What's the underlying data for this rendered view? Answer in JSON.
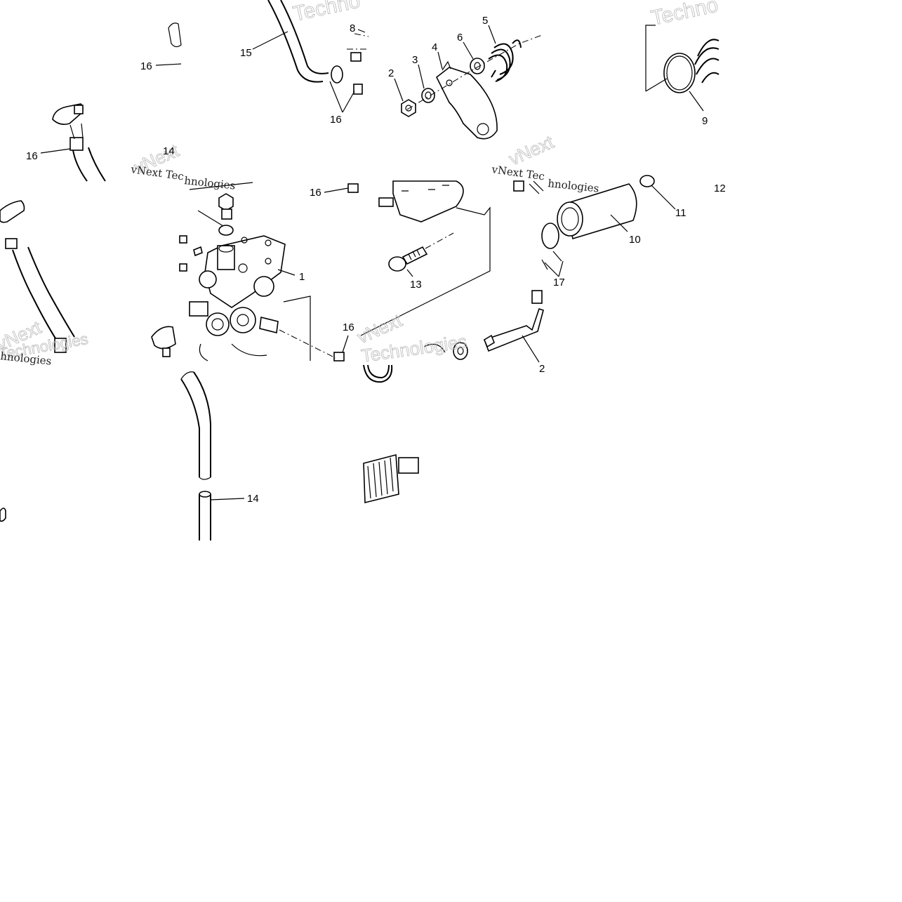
{
  "watermark": {
    "brand_lines": [
      "Techno",
      "vNext",
      "Technologies",
      "vNext Tec",
      "hnologies"
    ]
  },
  "callouts": {
    "c16a": "16",
    "c15": "15",
    "c8": "8",
    "c16b": "16",
    "c2a": "2",
    "c3": "3",
    "c4": "4",
    "c6": "6",
    "c5": "5",
    "c9": "9",
    "c16c": "16",
    "c14a": "14",
    "c16d": "16",
    "c1": "1",
    "c13": "13",
    "c11": "11",
    "c12": "12",
    "c10": "10",
    "c17": "17",
    "c16e": "16",
    "c2b": "2",
    "c14b": "14"
  }
}
